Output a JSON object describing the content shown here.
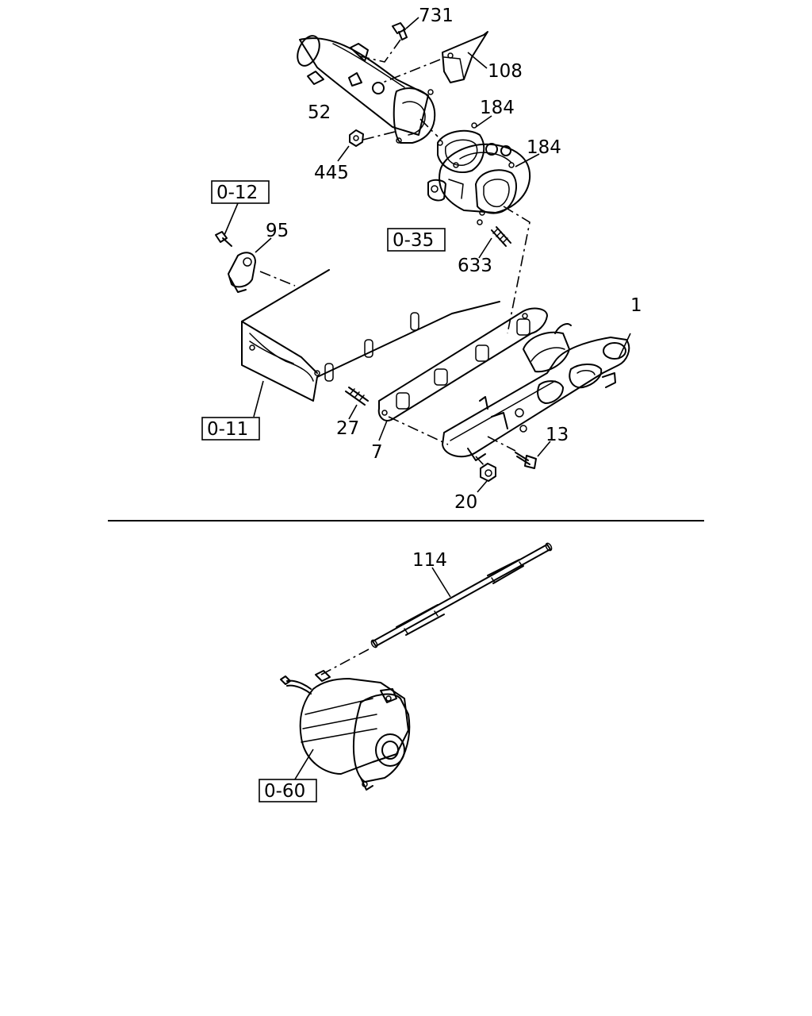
{
  "part_labels": {
    "p731": "731",
    "p108": "108",
    "p52": "52",
    "p184a": "184",
    "p184b": "184",
    "p445": "445",
    "p95": "95",
    "p633": "633",
    "p1": "1",
    "p27": "27",
    "p7": "7",
    "p13": "13",
    "p20": "20",
    "p114": "114"
  },
  "reference_labels": {
    "r012": "0-12",
    "r035": "0-35",
    "r011": "0-11",
    "r060": "0-60"
  }
}
